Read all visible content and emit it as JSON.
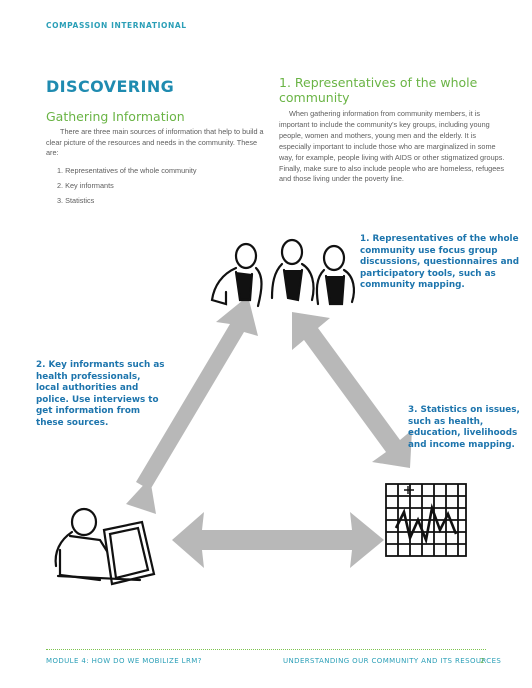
{
  "header": {
    "org": "COMPASSION INTERNATIONAL"
  },
  "left": {
    "title": "DISCOVERING",
    "subtitle": "Gathering Information",
    "intro": "There are three main sources of information that help to build a clear picture of the resources and needs in the community. These are:",
    "list": [
      "1. Representatives of the whole community",
      "2. Key informants",
      "3. Statistics"
    ]
  },
  "right": {
    "title": "1. Representatives of the whole community",
    "body": "When gathering information from community members, it is important to include the community's key groups, including young people, women and mothers, young men and the elderly. It is especially important to include those who are marginalized in some way, for example, people living with AIDS or other stigmatized groups. Finally, make sure to also include people who are homeless, refugees and those living under the poverty line."
  },
  "diagram": {
    "caption1": "1. Representatives of the whole community use focus group discussions, questionnaires and participatory tools, such as community mapping.",
    "caption2": "2. Key informants such as health professionals, local authorities and police. Use interviews to get information from these sources.",
    "caption3": "3. Statistics on issues, such as health, education, livelihoods and income mapping.",
    "arrow_color": "#b8b8b8",
    "sketch_color": "#111111"
  },
  "footer": {
    "left": "MODULE 4: HOW DO WE MOBILIZE LRM?",
    "right": "UNDERSTANDING OUR COMMUNITY AND ITS RESOURCES",
    "page": "2"
  }
}
